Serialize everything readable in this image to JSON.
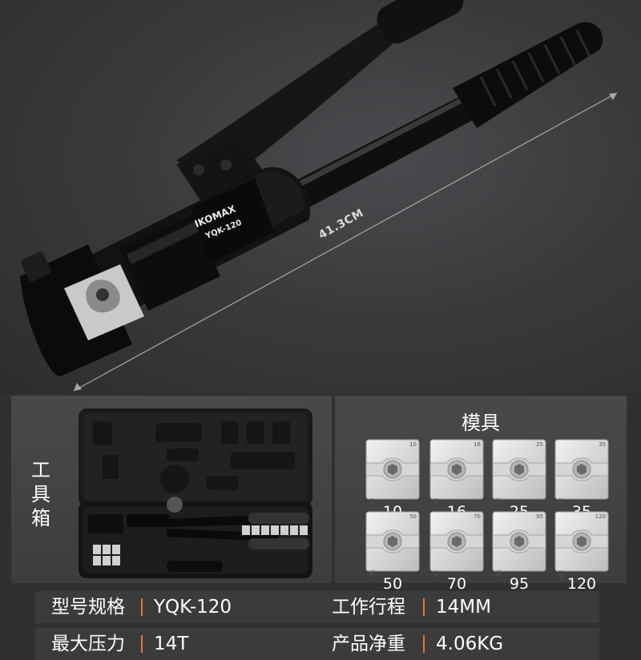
{
  "hero": {
    "brand": "IKOMAX",
    "model_on_tool": "YQK-120",
    "dimension": "41.3CM"
  },
  "case_panel": {
    "label_chars": [
      "工",
      "具",
      "箱"
    ]
  },
  "dies_panel": {
    "title": "模具",
    "dies": [
      {
        "size": "10"
      },
      {
        "size": "16"
      },
      {
        "size": "25"
      },
      {
        "size": "35"
      },
      {
        "size": "50"
      },
      {
        "size": "70"
      },
      {
        "size": "95"
      },
      {
        "size": "120"
      }
    ]
  },
  "specs": [
    {
      "label": "型号规格",
      "value": "YQK-120"
    },
    {
      "label": "工作行程",
      "value": "14MM"
    },
    {
      "label": "最大压力",
      "value": "14T"
    },
    {
      "label": "产品净重",
      "value": "4.06KG"
    }
  ],
  "colors": {
    "accent": "#e8742b",
    "background": "#2f3032",
    "panel": "#444446"
  }
}
